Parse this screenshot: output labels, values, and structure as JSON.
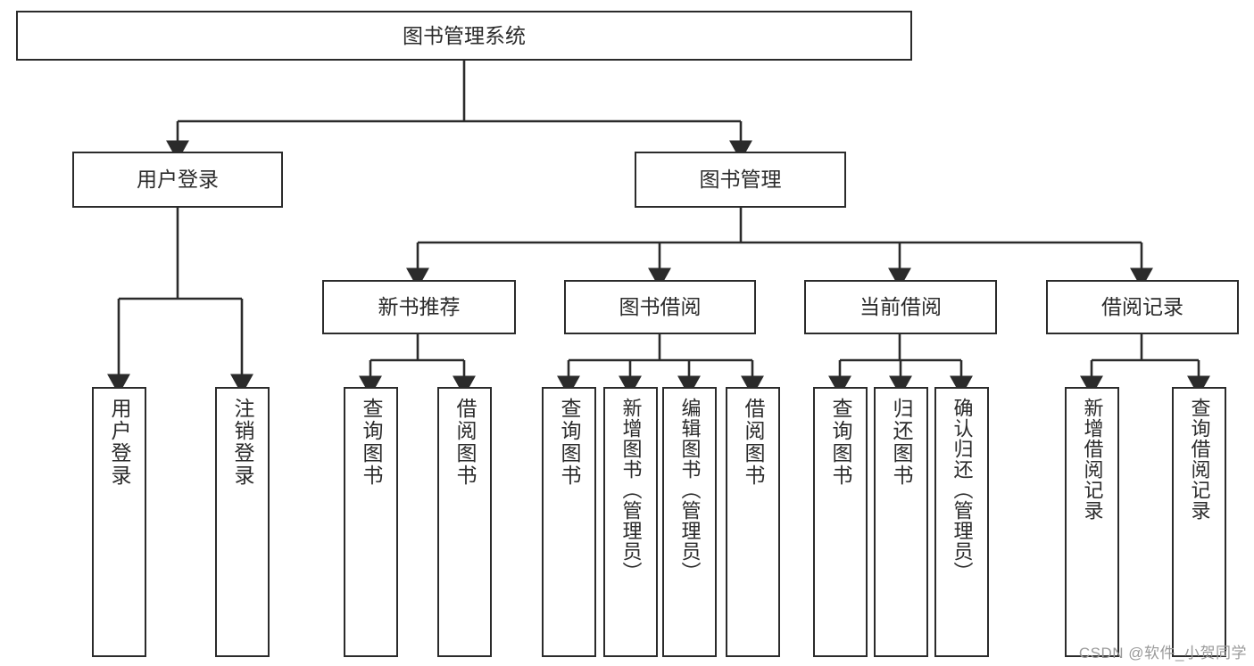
{
  "diagram": {
    "type": "tree-hierarchy-chart",
    "title": "图书管理系统",
    "stroke_color": "#2b2b2b",
    "background_color": "#ffffff",
    "watermark": "CSDN @软件_小贺同学",
    "levels": {
      "root": {
        "label": "图书管理系统"
      },
      "level2": [
        {
          "label": "用户登录"
        },
        {
          "label": "图书管理"
        }
      ],
      "level3": [
        {
          "label": "新书推荐"
        },
        {
          "label": "图书借阅"
        },
        {
          "label": "当前借阅"
        },
        {
          "label": "借阅记录"
        }
      ],
      "leaves_user_login": [
        {
          "label": "用户登录"
        },
        {
          "label": "注销登录"
        }
      ],
      "leaves_new_book": [
        {
          "label": "查询图书"
        },
        {
          "label": "借阅图书"
        }
      ],
      "leaves_book_borrow": [
        {
          "label": "查询图书"
        },
        {
          "label": "新增图书（管理员）"
        },
        {
          "label": "编辑图书（管理员）"
        },
        {
          "label": "借阅图书"
        }
      ],
      "leaves_current_borrow": [
        {
          "label": "查询图书"
        },
        {
          "label": "归还图书"
        },
        {
          "label": "确认归还（管理员）"
        }
      ],
      "leaves_borrow_record": [
        {
          "label": "新增借阅记录"
        },
        {
          "label": "查询借阅记录"
        }
      ]
    }
  }
}
